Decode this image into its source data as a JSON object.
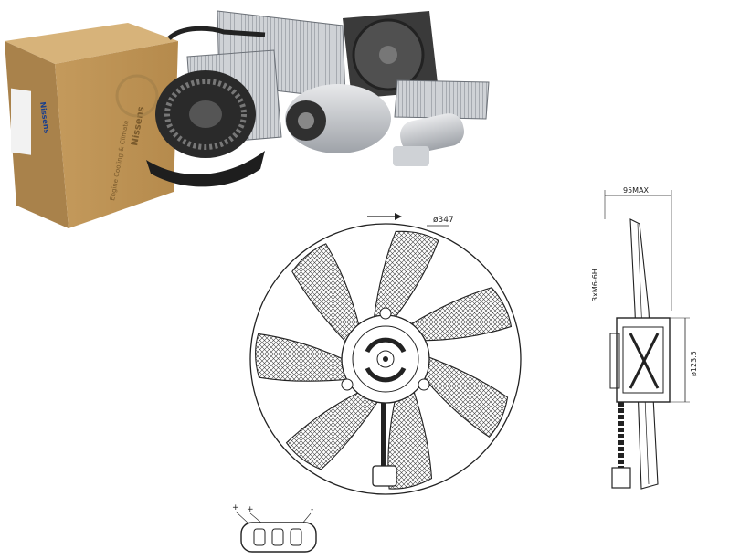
{
  "product_photo": {
    "box_brand_top": "Nissens",
    "box_brand_bottom": "Nissens",
    "box_slogan": "Engine Cooling & Climate",
    "colors": {
      "box": "#c9a46a",
      "box_dark": "#9c7a45",
      "metal": "#b9bcc0"
    }
  },
  "front_view": {
    "diameter_label": "ø347",
    "rotation_arrow": "arrow-right-icon",
    "blade_count": 7,
    "colors": {
      "line": "#222222",
      "hatch": "#555555"
    }
  },
  "side_view": {
    "depth_label": "95MAX",
    "thread_label": "3xM6-6H",
    "motor_diameter_label": "ø123.5"
  },
  "connector": {
    "pins": [
      "+",
      "+",
      "-"
    ]
  }
}
